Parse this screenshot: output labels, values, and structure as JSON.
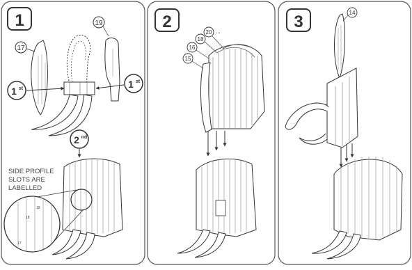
{
  "panels": [
    {
      "step": "1"
    },
    {
      "step": "2"
    },
    {
      "step": "3"
    }
  ],
  "panel1": {
    "part_left": "17",
    "part_middle": "19",
    "first_left_num": "1",
    "first_left_sup": "st",
    "first_right_num": "1",
    "first_right_sup": "st",
    "second_num": "2",
    "second_sup": "nd",
    "note_lines": [
      "SIDE PROFILE",
      "SLOTS ARE",
      "LABELLED"
    ],
    "zoom_labels": [
      "19",
      "18",
      "17"
    ]
  },
  "panel2": {
    "parts": [
      "15",
      "16",
      "18",
      "20"
    ],
    "ellipsis": "..."
  },
  "panel3": {
    "part_top": "14"
  }
}
